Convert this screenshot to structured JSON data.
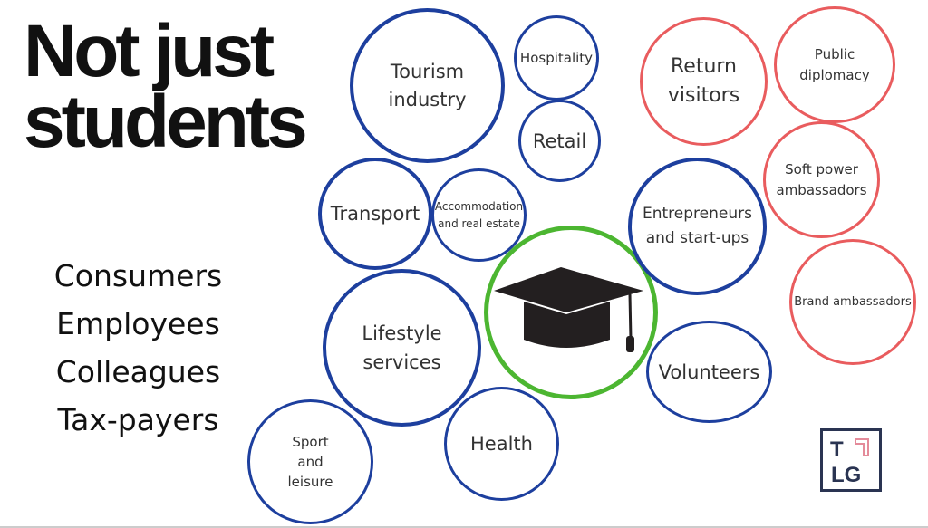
{
  "title": {
    "line1": "Not just",
    "line2": "students"
  },
  "roles": [
    "Consumers",
    "Employees",
    "Colleagues",
    "Tax-payers"
  ],
  "blue_circles": [
    "Tourism industry",
    "Hospitality",
    "Retail",
    "Transport",
    "Accommodation and real estate",
    "Lifestyle services",
    "Entrepreneurs and start-ups",
    "Volunteers",
    "Health",
    "Sport and leisure"
  ],
  "red_circles": [
    "Return visitors",
    "Public diplomacy",
    "Soft power ambassadors",
    "Brand ambassadors"
  ],
  "center_icon": "graduation-cap-icon",
  "logo": {
    "top": "T",
    "bottom": "LG"
  },
  "colors": {
    "blue": "#1d3f9e",
    "red": "#e95c5e",
    "green": "#4cb631"
  }
}
